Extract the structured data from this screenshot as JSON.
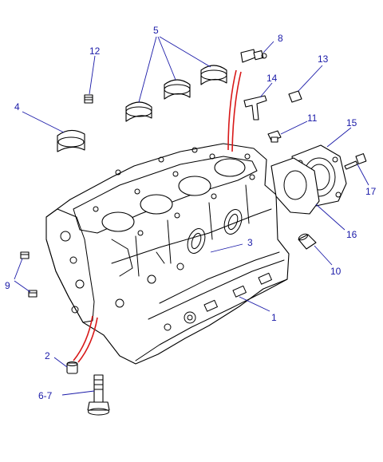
{
  "callouts": [
    {
      "id": "1",
      "text": "1"
    },
    {
      "id": "2",
      "text": "2"
    },
    {
      "id": "3",
      "text": "3"
    },
    {
      "id": "4",
      "text": "4"
    },
    {
      "id": "5",
      "text": "5"
    },
    {
      "id": "6-7",
      "text": "6-7"
    },
    {
      "id": "8",
      "text": "8"
    },
    {
      "id": "9",
      "text": "9"
    },
    {
      "id": "10",
      "text": "10"
    },
    {
      "id": "11",
      "text": "11"
    },
    {
      "id": "12",
      "text": "12"
    },
    {
      "id": "13",
      "text": "13"
    },
    {
      "id": "14",
      "text": "14"
    },
    {
      "id": "15",
      "text": "15"
    },
    {
      "id": "16",
      "text": "16"
    },
    {
      "id": "17",
      "text": "17"
    }
  ],
  "colors": {
    "callout": "#1a1aa8",
    "connector": "#d81818",
    "linework": "#000000"
  }
}
